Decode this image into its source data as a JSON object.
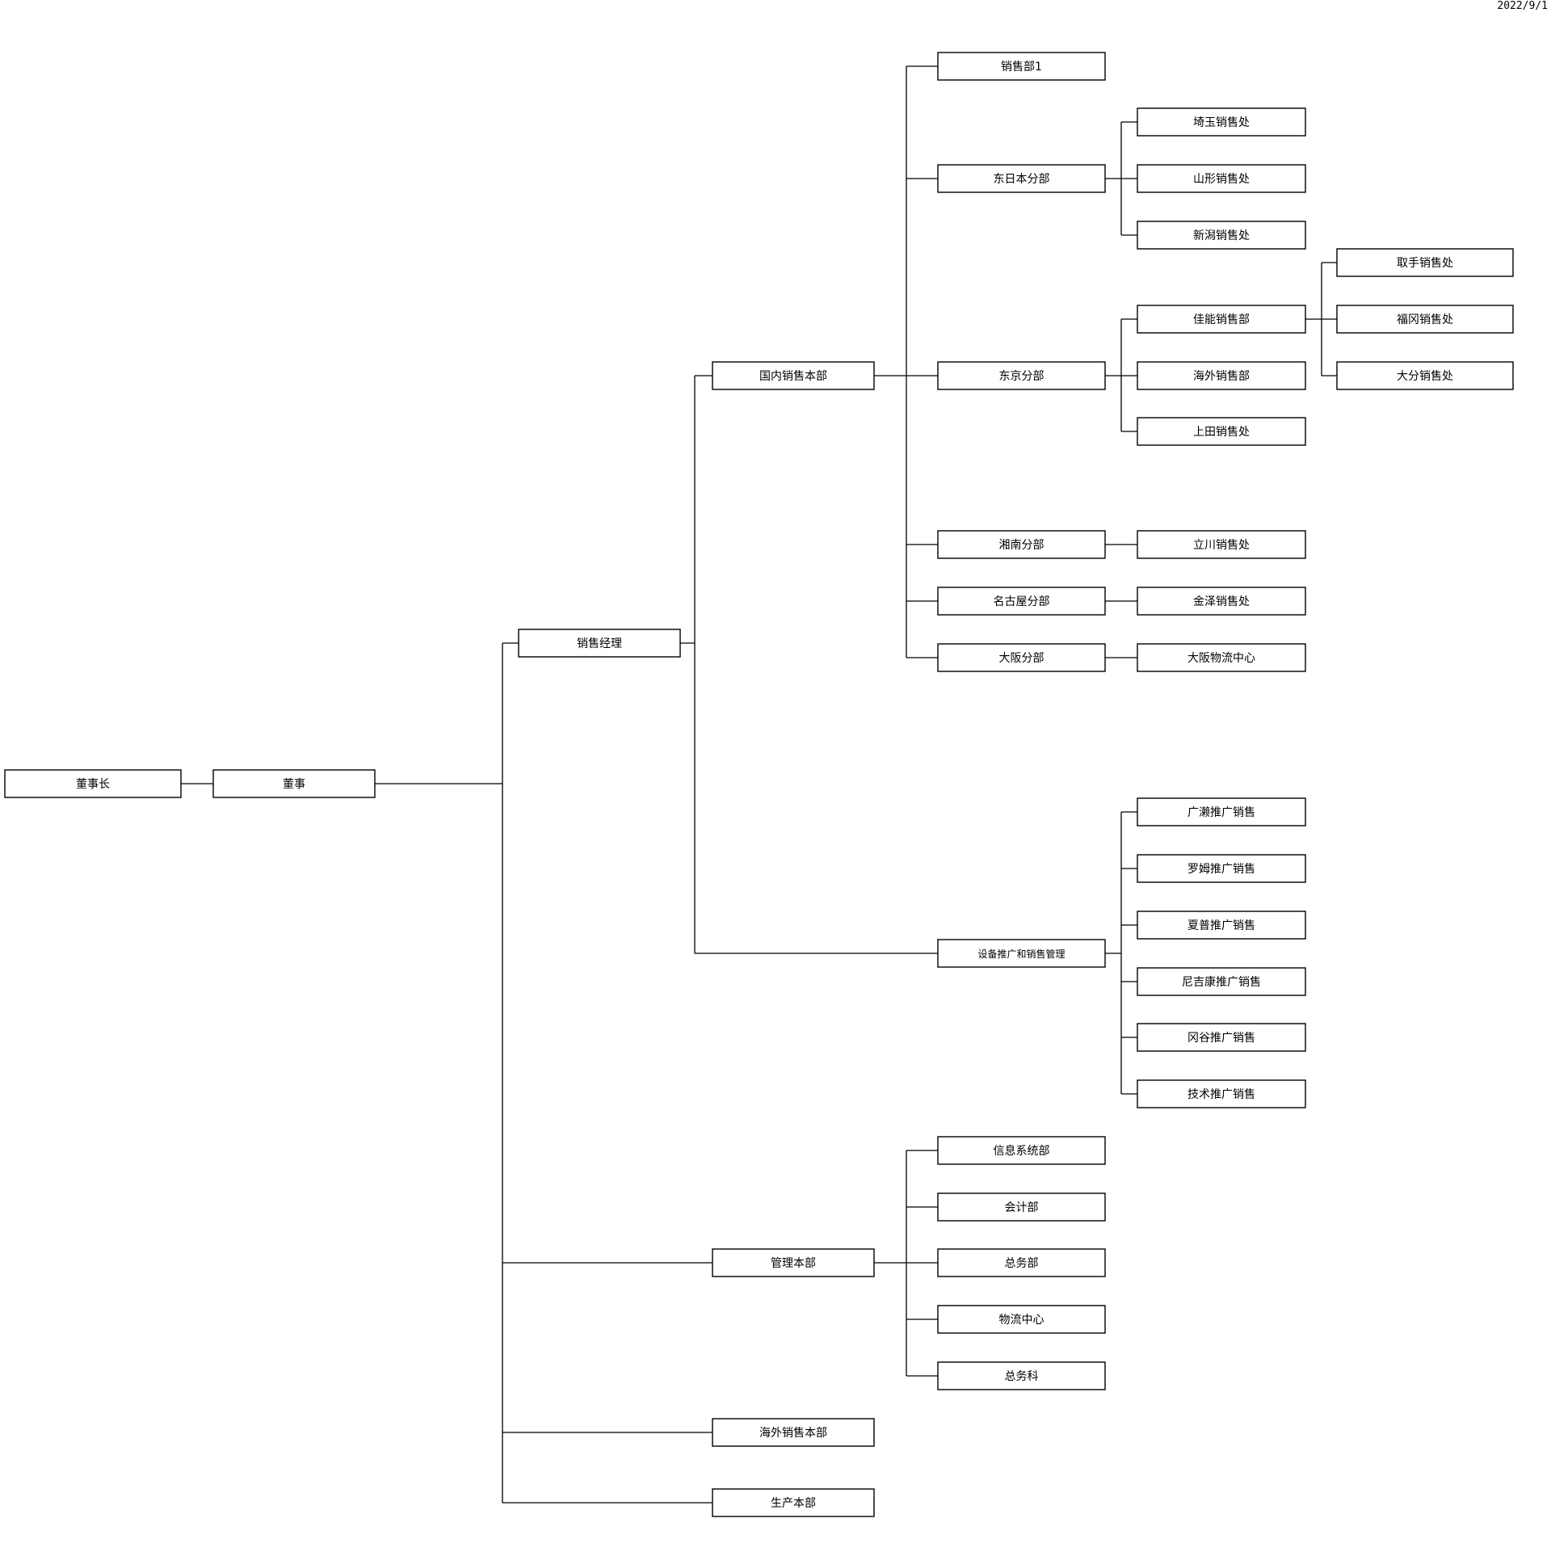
{
  "date_stamp": "2022/9/1",
  "org_chart": {
    "id": "chairman",
    "label": "董事长",
    "children": [
      {
        "id": "director",
        "label": "董事",
        "children": [
          {
            "id": "sales-manager",
            "label": "销售经理",
            "children": [
              {
                "id": "domestic-sales-hq",
                "label": "国内销售本部",
                "children": [
                  {
                    "id": "sales-dept-1",
                    "label": "销售部1"
                  },
                  {
                    "id": "east-japan-branch",
                    "label": "东日本分部",
                    "children": [
                      {
                        "id": "saitama-office",
                        "label": "埼玉销售处"
                      },
                      {
                        "id": "yamagata-office",
                        "label": "山形销售处"
                      },
                      {
                        "id": "niigata-office",
                        "label": "新潟销售处"
                      }
                    ]
                  },
                  {
                    "id": "tokyo-branch",
                    "label": "东京分部",
                    "children": [
                      {
                        "id": "canon-sales-dept",
                        "label": "佳能销售部",
                        "children": [
                          {
                            "id": "toride-office",
                            "label": "取手销售处"
                          },
                          {
                            "id": "fukuoka-office",
                            "label": "福冈销售处"
                          },
                          {
                            "id": "oita-office",
                            "label": "大分销售处"
                          }
                        ]
                      },
                      {
                        "id": "overseas-sales-dept",
                        "label": "海外销售部"
                      },
                      {
                        "id": "ueda-office",
                        "label": "上田销售处"
                      }
                    ]
                  },
                  {
                    "id": "shonan-branch",
                    "label": "湘南分部",
                    "children": [
                      {
                        "id": "tachikawa-office",
                        "label": "立川销售处"
                      }
                    ]
                  },
                  {
                    "id": "nagoya-branch",
                    "label": "名古屋分部",
                    "children": [
                      {
                        "id": "kanazawa-office",
                        "label": "金泽销售处"
                      }
                    ]
                  },
                  {
                    "id": "osaka-branch",
                    "label": "大阪分部",
                    "children": [
                      {
                        "id": "osaka-logistics-center",
                        "label": "大阪物流中心"
                      }
                    ]
                  }
                ]
              },
              {
                "id": "equipment-promo-mgmt",
                "label": "设备推广和销售管理",
                "children": [
                  {
                    "id": "hirose-promo",
                    "label": "广濑推广销售"
                  },
                  {
                    "id": "rohm-promo",
                    "label": "罗姆推广销售"
                  },
                  {
                    "id": "sharp-promo",
                    "label": "夏普推广销售"
                  },
                  {
                    "id": "nikon-promo",
                    "label": "尼吉康推广销售"
                  },
                  {
                    "id": "okaya-promo",
                    "label": "冈谷推广销售"
                  },
                  {
                    "id": "tech-promo",
                    "label": "技术推广销售"
                  }
                ]
              }
            ]
          },
          {
            "id": "management-hq",
            "label": "管理本部",
            "children": [
              {
                "id": "info-systems-dept",
                "label": "信息系统部"
              },
              {
                "id": "accounting-dept",
                "label": "会计部"
              },
              {
                "id": "general-affairs-dept",
                "label": "总务部"
              },
              {
                "id": "logistics-center",
                "label": "物流中心"
              },
              {
                "id": "general-affairs-section",
                "label": "总务科"
              }
            ]
          },
          {
            "id": "overseas-sales-hq",
            "label": "海外销售本部"
          },
          {
            "id": "production-hq",
            "label": "生产本部"
          }
        ]
      }
    ]
  }
}
